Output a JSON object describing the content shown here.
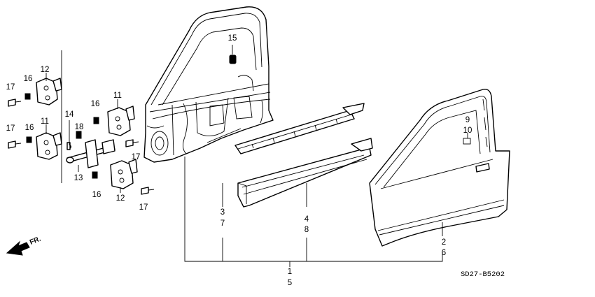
{
  "diagram": {
    "code": "SD27-B5202",
    "direction_label": "FR.",
    "callouts": [
      {
        "id": "c1",
        "text": "1"
      },
      {
        "id": "c5",
        "text": "5"
      },
      {
        "id": "c2",
        "text": "2"
      },
      {
        "id": "c6",
        "text": "6"
      },
      {
        "id": "c3",
        "text": "3"
      },
      {
        "id": "c7",
        "text": "7"
      },
      {
        "id": "c4",
        "text": "4"
      },
      {
        "id": "c8",
        "text": "8"
      },
      {
        "id": "c9",
        "text": "9"
      },
      {
        "id": "c10",
        "text": "10"
      },
      {
        "id": "c11a",
        "text": "11"
      },
      {
        "id": "c11b",
        "text": "11"
      },
      {
        "id": "c12a",
        "text": "12"
      },
      {
        "id": "c12b",
        "text": "12"
      },
      {
        "id": "c13",
        "text": "13"
      },
      {
        "id": "c14",
        "text": "14"
      },
      {
        "id": "c15",
        "text": "15"
      },
      {
        "id": "c16a",
        "text": "16"
      },
      {
        "id": "c16b",
        "text": "16"
      },
      {
        "id": "c16c",
        "text": "16"
      },
      {
        "id": "c16d",
        "text": "16"
      },
      {
        "id": "c17a",
        "text": "17"
      },
      {
        "id": "c17b",
        "text": "17"
      },
      {
        "id": "c17c",
        "text": "17"
      },
      {
        "id": "c17d",
        "text": "17"
      },
      {
        "id": "c18",
        "text": "18"
      }
    ]
  }
}
